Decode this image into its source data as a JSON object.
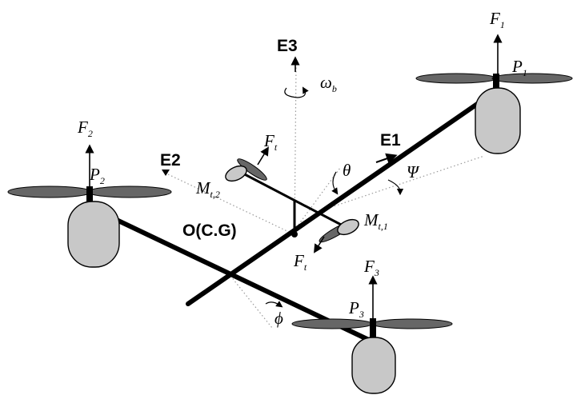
{
  "axes": {
    "e1": "E1",
    "e2": "E2",
    "e3": "E3"
  },
  "origin_label": "O(C.G)",
  "forces": {
    "f1": {
      "main": "F",
      "sub": "1"
    },
    "f2": {
      "main": "F",
      "sub": "2"
    },
    "f3": {
      "main": "F",
      "sub": "3"
    },
    "ft_top": {
      "main": "F",
      "sub": "t"
    },
    "ft_bottom": {
      "main": "F",
      "sub": "t"
    }
  },
  "points": {
    "p1": {
      "main": "P",
      "sub": "1"
    },
    "p2": {
      "main": "P",
      "sub": "2"
    },
    "p3": {
      "main": "P",
      "sub": "3"
    }
  },
  "moments": {
    "mt2": {
      "main": "M",
      "sub": "t,2"
    },
    "mt1": {
      "main": "M",
      "sub": "t,1"
    }
  },
  "angles": {
    "theta": "θ",
    "psi": "Ψ",
    "phi": "ϕ"
  },
  "omega": {
    "main": "ω",
    "sub": "b"
  }
}
